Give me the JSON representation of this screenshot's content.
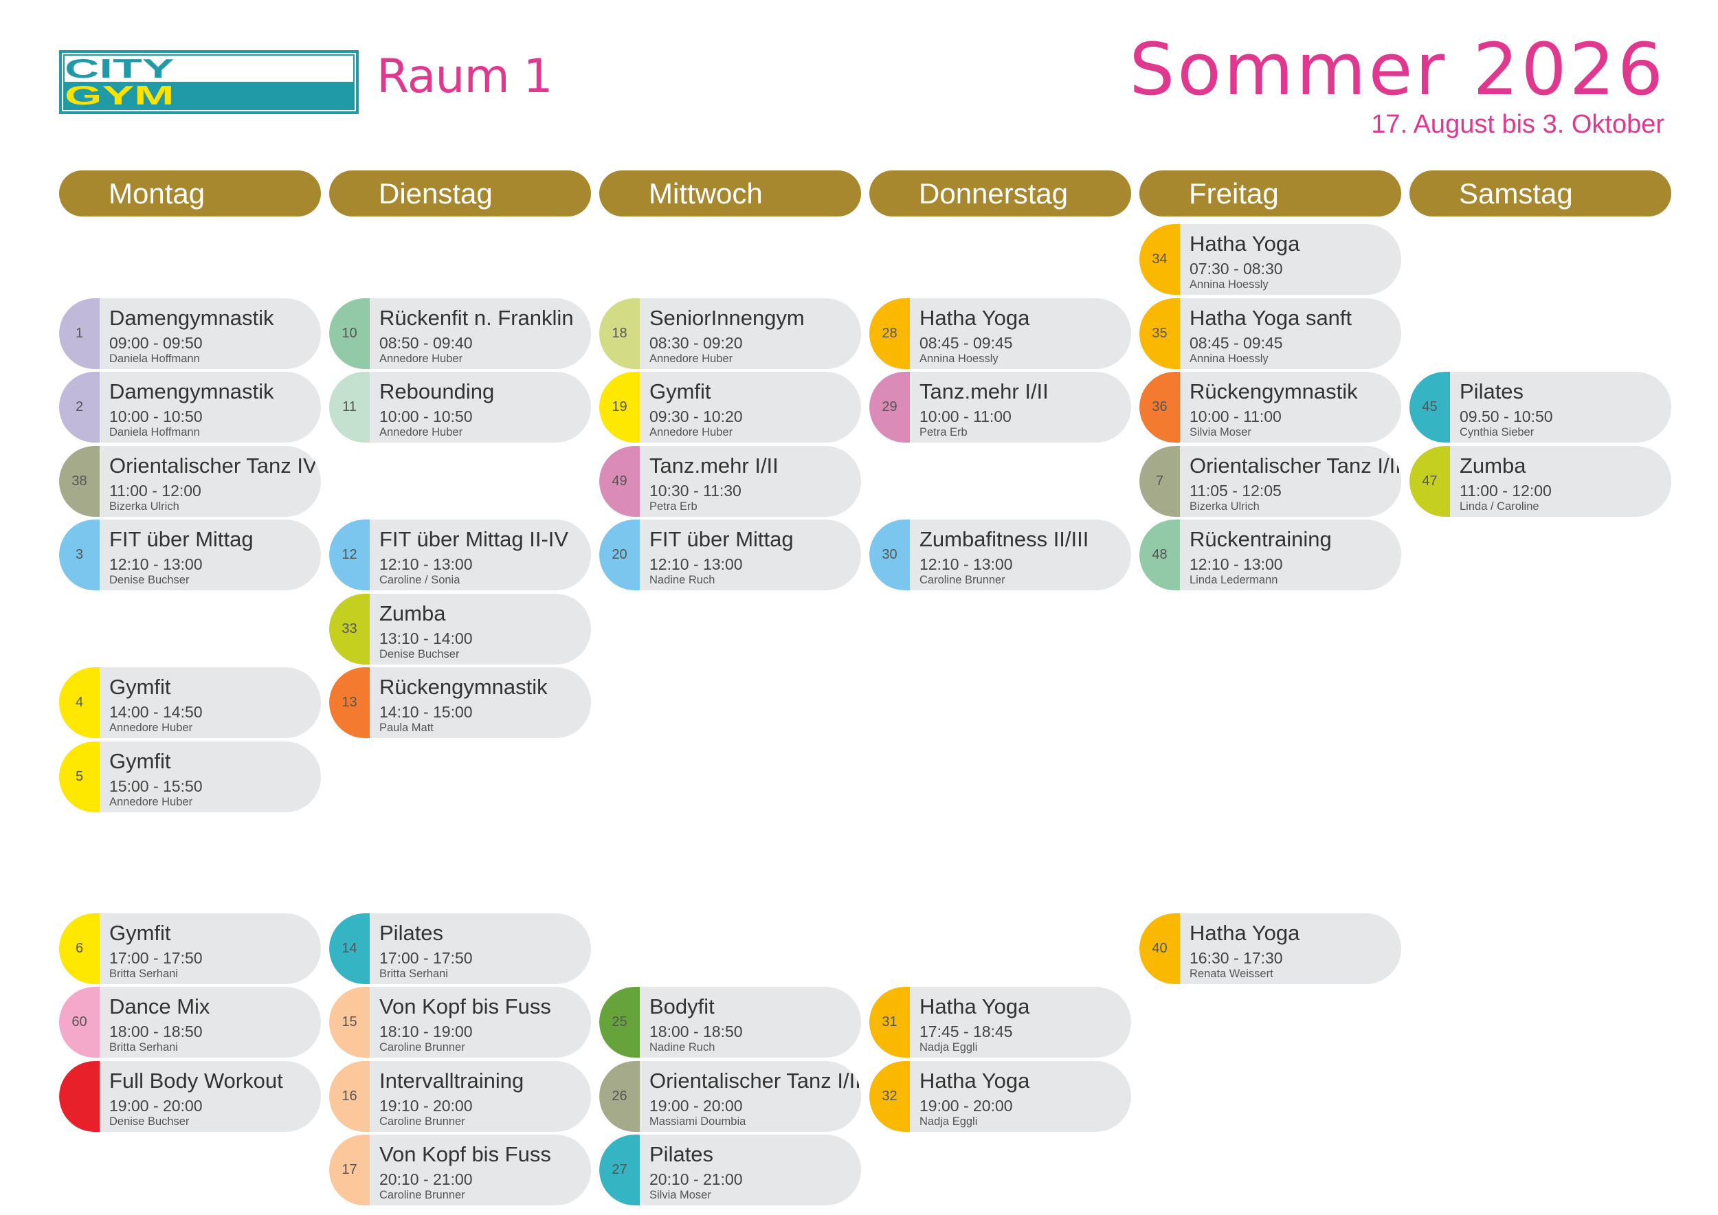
{
  "header": {
    "logo_top": "CITY",
    "logo_bottom": "GYM",
    "room": "Raum 1",
    "season": "Sommer 2026",
    "range": "17. August bis 3. Oktober"
  },
  "days": [
    "Montag",
    "Dienstag",
    "Mittwoch",
    "Donnerstag",
    "Freitag",
    "Samstag"
  ],
  "colors": {
    "accent_pink": "#e0388e",
    "day_header": "#a8882f",
    "pill_bg": "#e6e7e8"
  },
  "courses": [
    {
      "day": 0,
      "row": 1,
      "num": "1",
      "title": "Damengymnastik",
      "time": "09:00 - 09:50",
      "teacher": "Daniela Hoffmann",
      "color": "#c0b9d9"
    },
    {
      "day": 0,
      "row": 2,
      "num": "2",
      "title": "Damengymnastik",
      "time": "10:00 - 10:50",
      "teacher": "Daniela Hoffmann",
      "color": "#c0b9d9"
    },
    {
      "day": 0,
      "row": 3,
      "num": "38",
      "title": "Orientalischer Tanz IV",
      "time": "11:00 - 12:00",
      "teacher": "Bizerka Ulrich",
      "color": "#a5ab8a"
    },
    {
      "day": 0,
      "row": 4,
      "num": "3",
      "title": "FIT über Mittag",
      "time": "12:10 - 13:00",
      "teacher": "Denise Buchser",
      "color": "#7ac6ee"
    },
    {
      "day": 0,
      "row": 6,
      "num": "4",
      "title": "Gymfit",
      "time": "14:00 - 14:50",
      "teacher": "Annedore Huber",
      "color": "#ffe800"
    },
    {
      "day": 0,
      "row": 7,
      "num": "5",
      "title": "Gymfit",
      "time": "15:00 - 15:50",
      "teacher": "Annedore Huber",
      "color": "#ffe800"
    },
    {
      "day": 0,
      "row": 9,
      "num": "6",
      "title": "Gymfit",
      "time": "17:00 - 17:50",
      "teacher": "Britta Serhani",
      "color": "#ffe800"
    },
    {
      "day": 0,
      "row": 10,
      "num": "60",
      "title": "Dance Mix",
      "time": "18:00 - 18:50",
      "teacher": "Britta Serhani",
      "color": "#f4a8ca"
    },
    {
      "day": 0,
      "row": 11,
      "num": "",
      "title": "Full Body Workout",
      "time": "19:00 - 20:00",
      "teacher": "Denise Buchser",
      "color": "#e8202a"
    },
    {
      "day": 1,
      "row": 1,
      "num": "10",
      "title": "Rückenfit n. Franklin",
      "time": "08:50 - 09:40",
      "teacher": "Annedore Huber",
      "color": "#92c9a6"
    },
    {
      "day": 1,
      "row": 2,
      "num": "11",
      "title": "Rebounding",
      "time": "10:00 - 10:50",
      "teacher": "Annedore Huber",
      "color": "#c4e0cf"
    },
    {
      "day": 1,
      "row": 4,
      "num": "12",
      "title": "FIT über Mittag II-IV",
      "time": "12:10 - 13:00",
      "teacher": "Caroline / Sonia",
      "color": "#7ac6ee"
    },
    {
      "day": 1,
      "row": 5,
      "num": "33",
      "title": "Zumba",
      "time": "13:10 - 14:00",
      "teacher": "Denise Buchser",
      "color": "#c4cf1f"
    },
    {
      "day": 1,
      "row": 6,
      "num": "13",
      "title": "Rückengymnastik",
      "time": "14:10 - 15:00",
      "teacher": "Paula Matt",
      "color": "#f47a30"
    },
    {
      "day": 1,
      "row": 9,
      "num": "14",
      "title": "Pilates",
      "time": "17:00 - 17:50",
      "teacher": "Britta Serhani",
      "color": "#35b4c4"
    },
    {
      "day": 1,
      "row": 10,
      "num": "15",
      "title": "Von Kopf bis Fuss",
      "time": "18:10 - 19:00",
      "teacher": "Caroline Brunner",
      "color": "#fcc79b"
    },
    {
      "day": 1,
      "row": 11,
      "num": "16",
      "title": "Intervalltraining",
      "time": "19:10 - 20:00",
      "teacher": "Caroline Brunner",
      "color": "#fcc79b"
    },
    {
      "day": 1,
      "row": 12,
      "num": "17",
      "title": "Von Kopf bis Fuss",
      "time": "20:10 - 21:00",
      "teacher": "Caroline Brunner",
      "color": "#fcc79b"
    },
    {
      "day": 2,
      "row": 1,
      "num": "18",
      "title": "SeniorInnengym",
      "time": "08:30 - 09:20",
      "teacher": "Annedore Huber",
      "color": "#d3dc85"
    },
    {
      "day": 2,
      "row": 2,
      "num": "19",
      "title": "Gymfit",
      "time": "09:30 - 10:20",
      "teacher": "Annedore Huber",
      "color": "#ffe800"
    },
    {
      "day": 2,
      "row": 3,
      "num": "49",
      "title": "Tanz.mehr I/II",
      "time": "10:30 - 11:30",
      "teacher": "Petra Erb",
      "color": "#db8bb8"
    },
    {
      "day": 2,
      "row": 4,
      "num": "20",
      "title": "FIT über Mittag",
      "time": "12:10 - 13:00",
      "teacher": "Nadine Ruch",
      "color": "#7ac6ee"
    },
    {
      "day": 2,
      "row": 10,
      "num": "25",
      "title": "Bodyfit",
      "time": "18:00 - 18:50",
      "teacher": "Nadine Ruch",
      "color": "#66a33a"
    },
    {
      "day": 2,
      "row": 11,
      "num": "26",
      "title": "Orientalischer Tanz I/II",
      "time": "19:00 - 20:00",
      "teacher": "Massiami Doumbia",
      "color": "#a5ab8a"
    },
    {
      "day": 2,
      "row": 12,
      "num": "27",
      "title": "Pilates",
      "time": "20:10 - 21:00",
      "teacher": "Silvia Moser",
      "color": "#35b4c4"
    },
    {
      "day": 3,
      "row": 1,
      "num": "28",
      "title": "Hatha Yoga",
      "time": "08:45 - 09:45",
      "teacher": "Annina Hoessly",
      "color": "#fbb800"
    },
    {
      "day": 3,
      "row": 2,
      "num": "29",
      "title": "Tanz.mehr I/II",
      "time": "10:00 - 11:00",
      "teacher": "Petra Erb",
      "color": "#db8bb8"
    },
    {
      "day": 3,
      "row": 4,
      "num": "30",
      "title": "Zumbafitness II/III",
      "time": "12:10 - 13:00",
      "teacher": "Caroline Brunner",
      "color": "#7ac6ee"
    },
    {
      "day": 3,
      "row": 10,
      "num": "31",
      "title": "Hatha Yoga",
      "time": "17:45 - 18:45",
      "teacher": "Nadja Eggli",
      "color": "#fbb800"
    },
    {
      "day": 3,
      "row": 11,
      "num": "32",
      "title": "Hatha Yoga",
      "time": "19:00 - 20:00",
      "teacher": "Nadja Eggli",
      "color": "#fbb800"
    },
    {
      "day": 4,
      "row": 0,
      "num": "34",
      "title": "Hatha Yoga",
      "time": "07:30 - 08:30",
      "teacher": "Annina Hoessly",
      "color": "#fbb800"
    },
    {
      "day": 4,
      "row": 1,
      "num": "35",
      "title": "Hatha Yoga sanft",
      "time": "08:45 - 09:45",
      "teacher": "Annina Hoessly",
      "color": "#fbb800"
    },
    {
      "day": 4,
      "row": 2,
      "num": "36",
      "title": "Rückengymnastik",
      "time": "10:00 - 11:00",
      "teacher": "Silvia Moser",
      "color": "#f47a30"
    },
    {
      "day": 4,
      "row": 3,
      "num": "7",
      "title": "Orientalischer Tanz I/II",
      "time": "11:05 - 12:05",
      "teacher": "Bizerka Ulrich",
      "color": "#a5ab8a"
    },
    {
      "day": 4,
      "row": 4,
      "num": "48",
      "title": "Rückentraining",
      "time": "12:10 - 13:00",
      "teacher": "Linda Ledermann",
      "color": "#92c9a6"
    },
    {
      "day": 4,
      "row": 9,
      "num": "40",
      "title": "Hatha Yoga",
      "time": "16:30 - 17:30",
      "teacher": "Renata Weissert",
      "color": "#fbb800"
    },
    {
      "day": 5,
      "row": 2,
      "num": "45",
      "title": "Pilates",
      "time": "09.50 - 10:50",
      "teacher": "Cynthia Sieber",
      "color": "#35b4c4"
    },
    {
      "day": 5,
      "row": 3,
      "num": "47",
      "title": "Zumba",
      "time": "11:00 - 12:00",
      "teacher": "Linda / Caroline",
      "color": "#c4cf1f"
    }
  ]
}
